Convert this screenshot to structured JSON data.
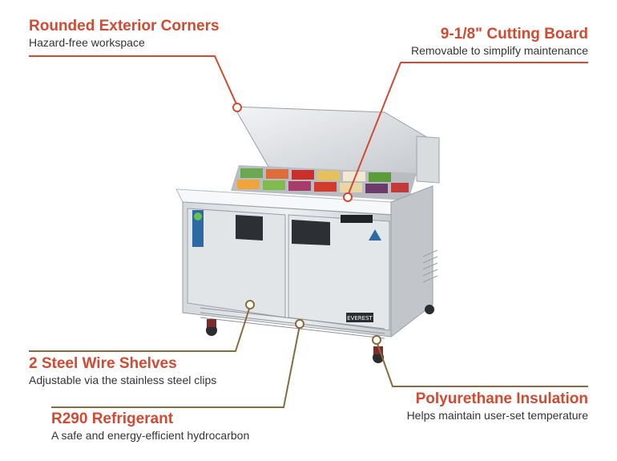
{
  "colors": {
    "red": "#d14a32",
    "brown": "#8a6a3c",
    "text": "#333333"
  },
  "callouts": [
    {
      "title": "Rounded Exterior Corners",
      "subtitle": "Hazard-free workspace"
    },
    {
      "title": "9-1/8\" Cutting Board",
      "subtitle": "Removable to simplify maintenance"
    },
    {
      "title": "2 Steel Wire Shelves",
      "subtitle": "Adjustable via the stainless steel clips"
    },
    {
      "title": "Polyurethane Insulation",
      "subtitle": "Helps maintain user-set temperature"
    },
    {
      "title": "R290 Refrigerant",
      "subtitle": "A safe and energy-efficient hydrocarbon"
    }
  ],
  "product": {
    "brand_plate": "EVEREST",
    "icon": "refrigerator-illustration"
  }
}
